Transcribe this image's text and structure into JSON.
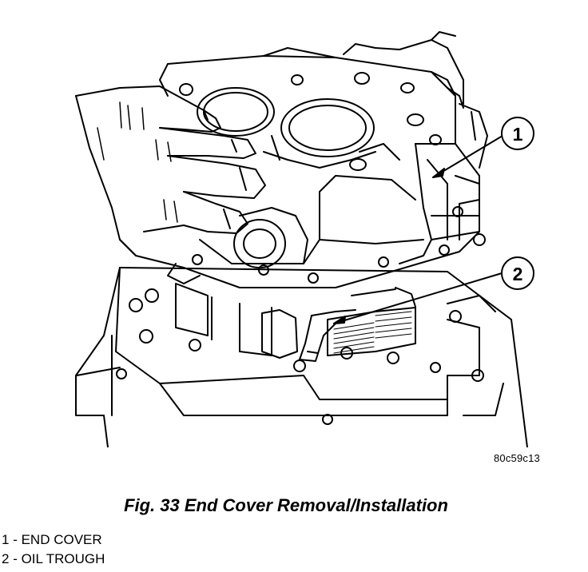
{
  "figure": {
    "code": "80c59c13",
    "caption": "Fig. 33 End Cover Removal/Installation",
    "callouts": [
      {
        "number": "1",
        "label": "END COVER"
      },
      {
        "number": "2",
        "label": "OIL TROUGH"
      }
    ],
    "legend_separator": " - "
  }
}
